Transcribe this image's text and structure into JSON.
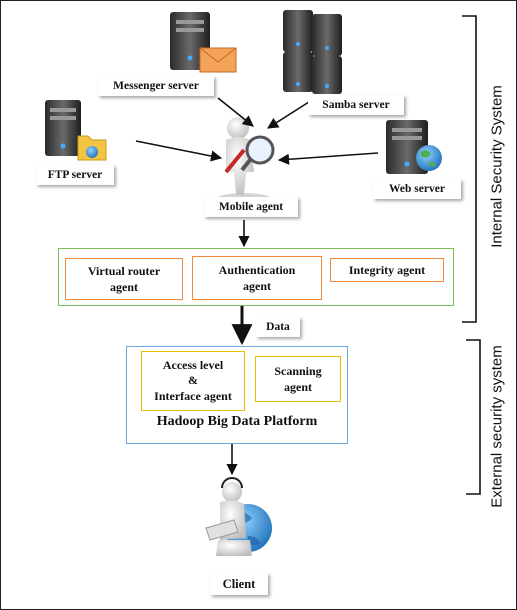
{
  "servers": {
    "messenger": "Messenger server",
    "samba": "Samba server",
    "ftp": "FTP server",
    "web": "Web server"
  },
  "mobile_agent": "Mobile agent",
  "internal_agents": {
    "virtual_router_1": "Virtual router",
    "virtual_router_2": "agent",
    "authentication_1": "Authentication",
    "authentication_2": "agent",
    "integrity": "Integrity agent"
  },
  "data_label": "Data",
  "external_agents": {
    "access_1": "Access level",
    "access_2": "&",
    "access_3": "Interface agent",
    "scanning_1": "Scanning",
    "scanning_2": "agent"
  },
  "platform_title": "Hadoop Big Data Platform",
  "client": "Client",
  "side_labels": {
    "internal": "Internal Security System",
    "external": "External security system"
  },
  "colors": {
    "internal_border": "#7bbf5a",
    "external_border": "#6ea8dc",
    "agent_border": "#f08a3c",
    "yellow_border": "#e8c000"
  },
  "icons": [
    "server-icon",
    "envelope-icon",
    "folder-icon",
    "globe-icon",
    "magnifier-person-icon",
    "headset-person-icon"
  ]
}
